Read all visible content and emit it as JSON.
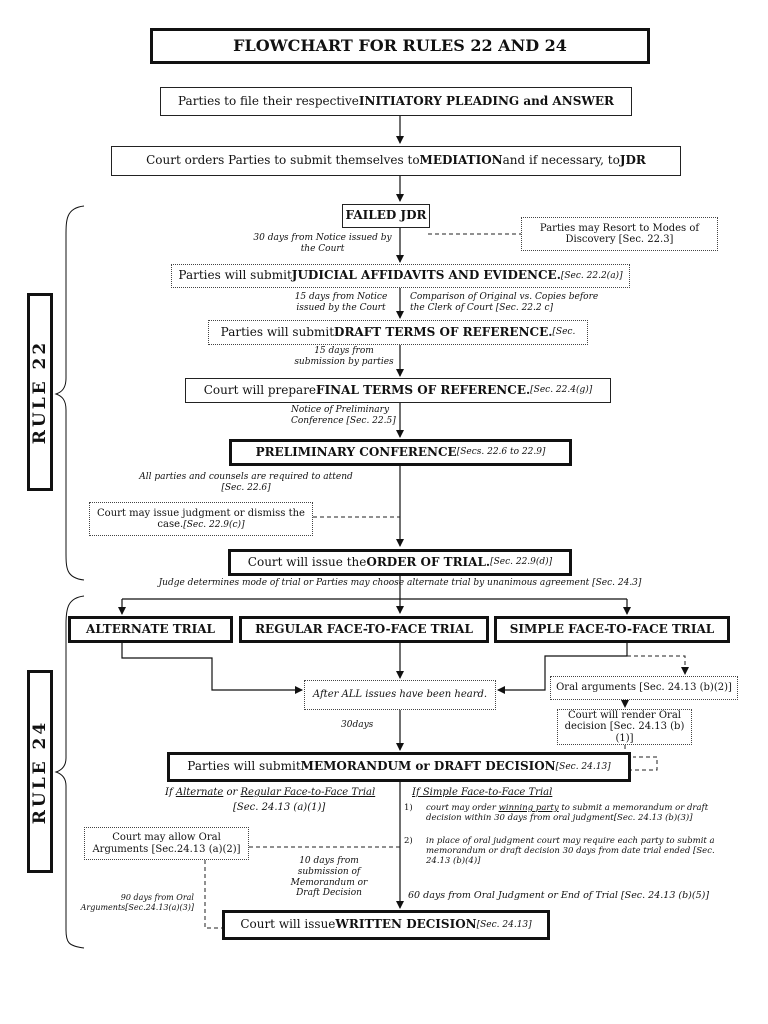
{
  "title": "FLOWCHART FOR RULES 22 AND 24",
  "rule22": "RULE 22",
  "rule24": "RULE 24",
  "step1": {
    "pre": "Parties to file their respective ",
    "bold": "INITIATORY PLEADING and ANSWER"
  },
  "step2": {
    "pre": "Court orders Parties to submit themselves to ",
    "bold1": "MEDIATION",
    "mid": " and if necessary, to ",
    "bold2": "JDR"
  },
  "failed_jdr": "FAILED JDR",
  "discovery": "Parties may Resort to Modes of Discovery [Sec. 22.3]",
  "note_30days_notice": "30 days from Notice issued by the Court",
  "judicial_affidavits": {
    "pre": "Parties will submit",
    "bold": "JUDICIAL AFFIDAVITS AND EVIDENCE.",
    "ref": " [Sec. 22.2(a)]"
  },
  "note_15days_notice": "15 days from Notice issued by the Court",
  "note_comparison": "Comparison of Original vs. Copies before the Clerk of Court [Sec. 22.2 c]",
  "draft_terms": {
    "pre": "Parties will submit",
    "bold": "DRAFT TERMS OF REFERENCE.",
    "ref": " [Sec."
  },
  "note_15days_submission": "15 days from submission by parties",
  "final_terms": {
    "pre": "Court will prepare ",
    "bold": "FINAL TERMS OF REFERENCE.",
    "ref": " [Sec. 22.4(g)]"
  },
  "note_prelim_notice": "Notice of Preliminary Conference [Sec. 22.5]",
  "preliminary": {
    "bold": "PRELIMINARY CONFERENCE",
    "ref": "[Secs. 22.6 to 22.9]"
  },
  "note_all_parties": "All parties and counsels are required to attend [Sec. 22.6]",
  "dismiss": {
    "text": "Court may issue judgment or dismiss the case.",
    "ref": "[Sec. 22.9(c)]"
  },
  "order_trial": {
    "pre": "Court will issue the ",
    "bold": "ORDER OF TRIAL.",
    "ref": " [Sec. 22.9(d)]"
  },
  "note_judge": "Judge determines mode of trial or Parties may choose alternate trial by unanimous agreement [Sec. 24.3]",
  "alternate": "ALTERNATE TRIAL",
  "regular": "REGULAR FACE-TO-FACE TRIAL",
  "simple": "SIMPLE FACE-TO-FACE TRIAL",
  "after_all": "After ALL issues have been heard.",
  "oral_args": "Oral arguments [Sec. 24.13 (b)(2)]",
  "render_oral": "Court will render Oral decision [Sec. 24.13 (b)(1)]",
  "note_30days": "30days",
  "memorandum": {
    "pre": "Parties will submit ",
    "bold": "MEMORANDUM or DRAFT DECISION",
    "ref": "[Sec. 24.13]"
  },
  "if_alt": {
    "a": "If ",
    "u1": "Alternate",
    "b": " or ",
    "u2": "Regular Face-to-Face Trial",
    "ref": "[Sec. 24.13 (a)(1)]"
  },
  "if_simple": "If Simple Face-to-Face Trial",
  "simple1": {
    "n": "1)",
    "a": "court may order ",
    "u": "winning party",
    "b": " to submit a memorandum or draft decision within 30 days from oral judgment[Sec. 24.13 (b)(3)]"
  },
  "simple2": {
    "n": "2)",
    "text": "in place of oral judgment court may require each party to submit a memorandum or draft decision 30 days from date trial ended [Sec. 24.13 (b)(4)]"
  },
  "may_allow_oral": "Court may allow Oral Arguments [Sec.24.13 (a)(2)]",
  "note_10days": "10 days from submission of Memorandum or Draft Decision",
  "note_90days": "90 days from Oral Arguments[Sec.24.13(a)(3)]",
  "note_60days": "60 days from Oral Judgment or End of Trial [Sec. 24.13 (b)(5)]",
  "written": {
    "pre": "Court will issue ",
    "bold": "WRITTEN DECISION",
    "ref": "[Sec. 24.13]"
  }
}
